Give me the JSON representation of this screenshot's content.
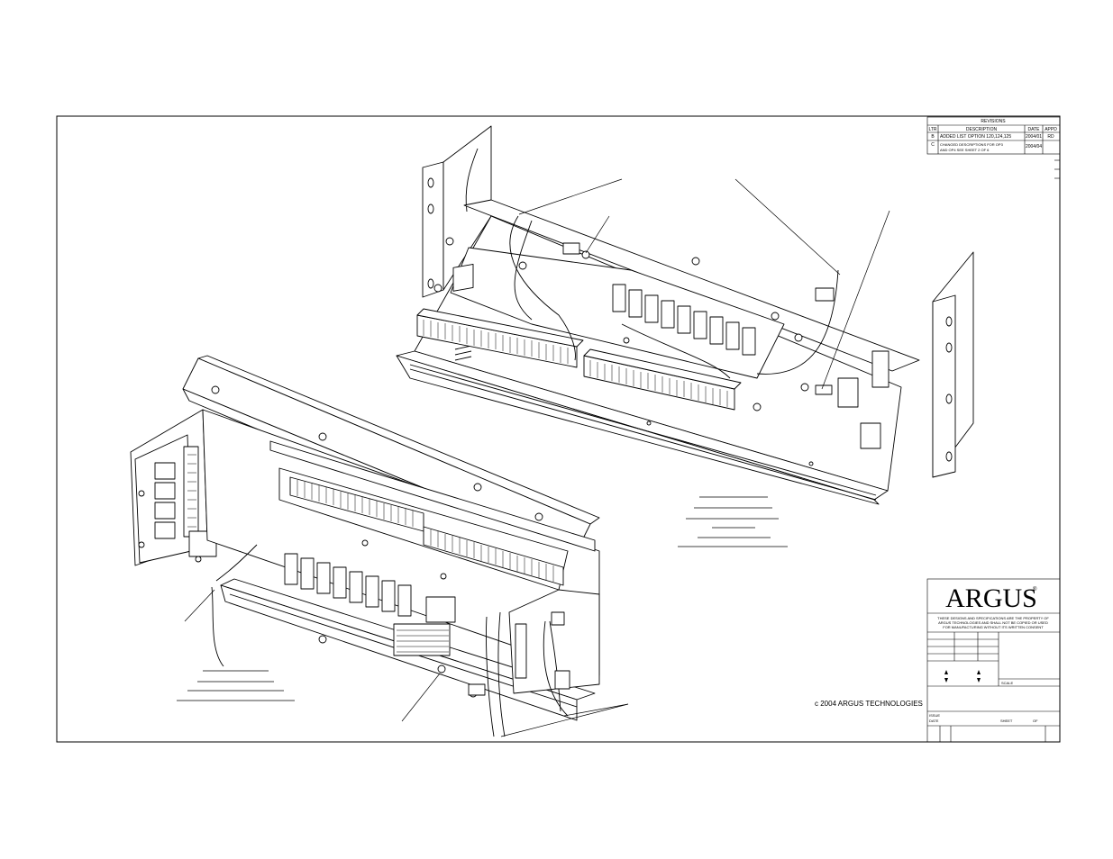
{
  "revisions": {
    "title": "REVISIONS",
    "headers": {
      "ltr": "LTR",
      "description": "DESCRIPTION",
      "date": "DATE",
      "appd": "APPD"
    },
    "rows": [
      {
        "ltr": "B",
        "description": "ADDED LIST OPTION 120,124,125",
        "date": "2004/01",
        "appd": "RD"
      },
      {
        "ltr": "C",
        "description_line1": "CHANGED DESCRIPTIONS FOR OP3",
        "description_line2": "AND OP4    SEE SHEET 2 OF 6",
        "date": "2004/04"
      }
    ]
  },
  "title_block": {
    "logo": "ARGUS",
    "registered": "®",
    "notice_line1": "THESE DESIGNS AND SPECIFICATIONS ARE THE PROPERTY OF",
    "notice_line2": "ARGUS TECHNOLOGIES AND SHALL NOT BE COPIED OR USED",
    "notice_line3": "FOR MANUFACTURING WITHOUT ITS WRITTEN CONSENT",
    "scale_label": "SCALE",
    "issue_label": "ISSUE",
    "date_label": "DATE",
    "sheet_label": "SHEET",
    "of_label": "OF"
  },
  "copyright": "c  2004 ARGUS TECHNOLOGIES"
}
